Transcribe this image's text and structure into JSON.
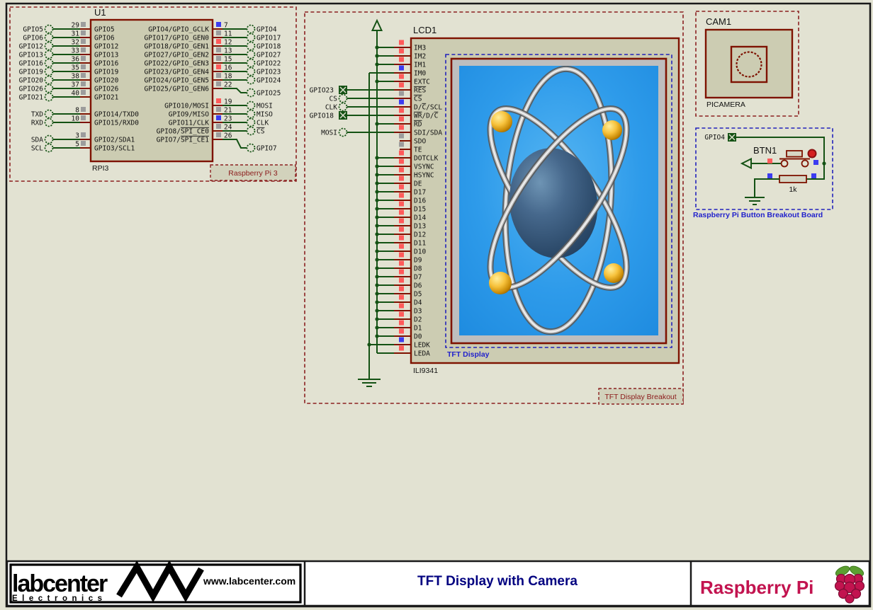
{
  "colors": {
    "sheet_bg": "#E2E2D2",
    "component_fill": "#CCCCB2",
    "component_border": "#7E1200",
    "region_dash_red": "#8B2020",
    "region_dash_blue": "#2222BB",
    "wire_green": "#145214",
    "blue_label": "#2222CC",
    "maroon_label": "#8B1A1A",
    "navy_title": "#000080",
    "brand_crimson": "#C2134F",
    "pin_red": "#FF5A5A",
    "pin_blue": "#3C3CF0",
    "pin_gray": "#9C9C9C"
  },
  "u1": {
    "ref": "U1",
    "value": "RPI3",
    "region_label": "Raspberry Pi 3",
    "left_pins": [
      {
        "term": "GPIO5",
        "num": "29",
        "name": "GPIO5",
        "sq": "gray"
      },
      {
        "term": "GPIO6",
        "num": "31",
        "name": "GPIO6",
        "sq": "gray"
      },
      {
        "term": "GPIO12",
        "num": "32",
        "name": "GPIO12",
        "sq": "gray"
      },
      {
        "term": "GPIO13",
        "num": "33",
        "name": "GPIO13",
        "sq": "gray"
      },
      {
        "term": "GPIO16",
        "num": "36",
        "name": "GPIO16",
        "sq": "gray"
      },
      {
        "term": "GPIO19",
        "num": "35",
        "name": "GPIO19",
        "sq": "gray"
      },
      {
        "term": "GPIO20",
        "num": "38",
        "name": "GPIO20",
        "sq": "gray"
      },
      {
        "term": "GPIO26",
        "num": "37",
        "name": "GPIO26",
        "sq": "gray"
      },
      {
        "term": "GPIO21",
        "num": "40",
        "name": "GPIO21",
        "sq": "gray"
      },
      {
        "term": "TXD",
        "num": "8",
        "name": "GPIO14/TXD0",
        "sq": "gray"
      },
      {
        "term": "RXD",
        "num": "10",
        "name": "GPIO15/RXD0",
        "sq": "gray"
      },
      {
        "term": "SDA",
        "num": "3",
        "name": "GPIO2/SDA1",
        "sq": "gray"
      },
      {
        "term": "SCL",
        "num": "5",
        "name": "GPIO3/SCL1",
        "sq": "gray"
      }
    ],
    "right_pins": [
      {
        "name": "GPIO4/GPIO_GCLK",
        "num": "7",
        "sq": "blue",
        "term": "GPIO4"
      },
      {
        "name": "GPIO17/GPIO_GEN0",
        "num": "11",
        "sq": "gray",
        "term": "GPIO17"
      },
      {
        "name": "GPIO18/GPIO_GEN1",
        "num": "12",
        "sq": "red",
        "term": "GPIO18"
      },
      {
        "name": "GPIO27/GPIO_GEN2",
        "num": "13",
        "sq": "gray",
        "term": "GPIO27"
      },
      {
        "name": "GPIO22/GPIO_GEN3",
        "num": "15",
        "sq": "gray",
        "term": "GPIO22"
      },
      {
        "name": "GPIO23/GPIO_GEN4",
        "num": "16",
        "sq": "red",
        "term": "GPIO23"
      },
      {
        "name": "GPIO24/GPIO_GEN5",
        "num": "18",
        "sq": "gray",
        "term": "GPIO24"
      },
      {
        "name": "GPIO25/GPIO_GEN6",
        "num": "22",
        "sq": "gray",
        "term": "GPIO25",
        "jog": true
      },
      {
        "name": "GPIO10/MOSI",
        "num": "19",
        "sq": "red",
        "term": "MOSI",
        "gap": true
      },
      {
        "name": "GPIO9/MISO",
        "num": "21",
        "sq": "gray",
        "term": "MISO"
      },
      {
        "name": "GPIO11/CLK",
        "num": "23",
        "sq": "blue",
        "term": "CLK"
      },
      {
        "name": [
          [
            "GPIO8/",
            0
          ],
          [
            "SPI_CE0",
            1
          ]
        ],
        "num": "24",
        "sq": "gray",
        "term": [
          [
            "CS",
            1
          ]
        ]
      },
      {
        "name": [
          [
            "GPIO7/",
            0
          ],
          [
            "SPI_CE1",
            1
          ]
        ],
        "num": "26",
        "sq": "gray",
        "term": "GPIO7",
        "jog": true
      }
    ]
  },
  "lcd": {
    "ref": "LCD1",
    "value": "ILI9341",
    "screen_label": "TFT Display",
    "region_label": "TFT Display Breakout",
    "screen_content": "3D atom illustration on blue background",
    "pins": [
      {
        "name": "IM3",
        "sq": "red",
        "conn": "pwr"
      },
      {
        "name": "IM2",
        "sq": "red",
        "conn": "pwr"
      },
      {
        "name": "IM1",
        "sq": "red",
        "conn": "pwr"
      },
      {
        "name": "IM0",
        "sq": "blue",
        "conn": "gnd_start"
      },
      {
        "name": "EXTC",
        "sq": "red",
        "conn": "pwr"
      },
      {
        "name": [
          [
            "RES",
            1
          ]
        ],
        "sq": "red",
        "conn": "term",
        "term": "GPIO23",
        "ttype": "bi"
      },
      {
        "name": [
          [
            "CS",
            1
          ]
        ],
        "sq": "gray",
        "conn": "term",
        "term": "CS",
        "ttype": "in"
      },
      {
        "name": [
          [
            "D/",
            0
          ],
          [
            "C",
            1
          ],
          [
            "/SCL",
            0
          ]
        ],
        "sq": "blue",
        "conn": "term",
        "term": "CLK",
        "ttype": "in"
      },
      {
        "name": [
          [
            "WR",
            1
          ],
          [
            "/D/",
            0
          ],
          [
            "C",
            1
          ]
        ],
        "sq": "red",
        "conn": "term",
        "term": "GPIO18",
        "ttype": "bi"
      },
      {
        "name": [
          [
            "RD",
            1
          ]
        ],
        "sq": "red",
        "conn": "pwr"
      },
      {
        "name": "SDI/SDA",
        "sq": "red",
        "conn": "term",
        "term": "MOSI",
        "ttype": "in"
      },
      {
        "name": "SDO",
        "sq": "gray",
        "conn": "none"
      },
      {
        "name": "TE",
        "sq": "gray",
        "conn": "none"
      },
      {
        "name": "DOTCLK",
        "sq": "red",
        "conn": "pwr"
      },
      {
        "name": "VSYNC",
        "sq": "red",
        "conn": "pwr"
      },
      {
        "name": "HSYNC",
        "sq": "red",
        "conn": "pwr"
      },
      {
        "name": "DE",
        "sq": "red",
        "conn": "pwr"
      },
      {
        "name": "D17",
        "sq": "red",
        "conn": "pwr"
      },
      {
        "name": "D16",
        "sq": "red",
        "conn": "pwr"
      },
      {
        "name": "D15",
        "sq": "red",
        "conn": "pwr"
      },
      {
        "name": "D14",
        "sq": "red",
        "conn": "pwr"
      },
      {
        "name": "D13",
        "sq": "red",
        "conn": "pwr"
      },
      {
        "name": "D12",
        "sq": "red",
        "conn": "pwr"
      },
      {
        "name": "D11",
        "sq": "red",
        "conn": "pwr"
      },
      {
        "name": "D10",
        "sq": "red",
        "conn": "pwr"
      },
      {
        "name": "D9",
        "sq": "red",
        "conn": "pwr"
      },
      {
        "name": "D8",
        "sq": "red",
        "conn": "pwr"
      },
      {
        "name": "D7",
        "sq": "red",
        "conn": "pwr"
      },
      {
        "name": "D6",
        "sq": "red",
        "conn": "pwr"
      },
      {
        "name": "D5",
        "sq": "red",
        "conn": "pwr"
      },
      {
        "name": "D4",
        "sq": "red",
        "conn": "pwr"
      },
      {
        "name": "D3",
        "sq": "red",
        "conn": "pwr"
      },
      {
        "name": "D2",
        "sq": "red",
        "conn": "pwr"
      },
      {
        "name": "D1",
        "sq": "red",
        "conn": "pwr"
      },
      {
        "name": "D0",
        "sq": "red",
        "conn": "pwr"
      },
      {
        "name": "LEDK",
        "sq": "blue",
        "conn": "gnd_dot"
      },
      {
        "name": "LEDA",
        "sq": "red",
        "conn": "pwr_end"
      }
    ]
  },
  "cam": {
    "ref": "CAM1",
    "value": "PICAMERA"
  },
  "btn": {
    "region_label": "Raspberry Pi Button Breakout Board",
    "terminal": "GPIO4",
    "ref": "BTN1",
    "resistor": "1k"
  },
  "title_block": {
    "title": "TFT Display with Camera",
    "brand": "Raspberry Pi",
    "logo": "labcenter",
    "logo_sub": "Electronics",
    "url": "www.labcenter.com"
  }
}
